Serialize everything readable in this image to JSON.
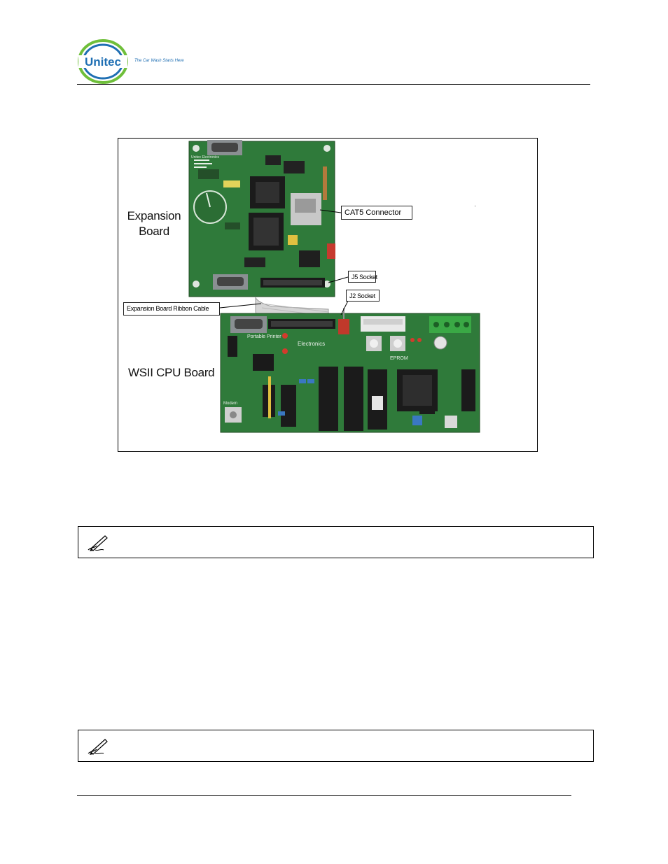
{
  "header": {
    "logo_text": "Unitec",
    "tagline": "The Car Wash Starts Here"
  },
  "figure": {
    "expansion_board_label": "Expansion\nBoard",
    "cpu_board_label": "WSII CPU Board",
    "callouts": {
      "cat5": "CAT5 Connector",
      "j5": "J5 Socket",
      "j2": "J2 Socket",
      "ribbon": "Expansion Board Ribbon Cable"
    },
    "silkscreen": {
      "portable_printer": "Portable Printer",
      "electronics": "Electronics",
      "modem": "Modem",
      "eprom": "EPROM",
      "unitec_text": "Unitec Electronics"
    }
  },
  "notes": [
    {
      "icon": "pencil-note-icon"
    },
    {
      "icon": "pencil-note-icon"
    }
  ],
  "colors": {
    "pcb_green": "#2f7a3a",
    "pcb_dark": "#1f5a2a",
    "unitec_blue": "#1f6fb3",
    "unitec_green": "#6fbf3a"
  }
}
